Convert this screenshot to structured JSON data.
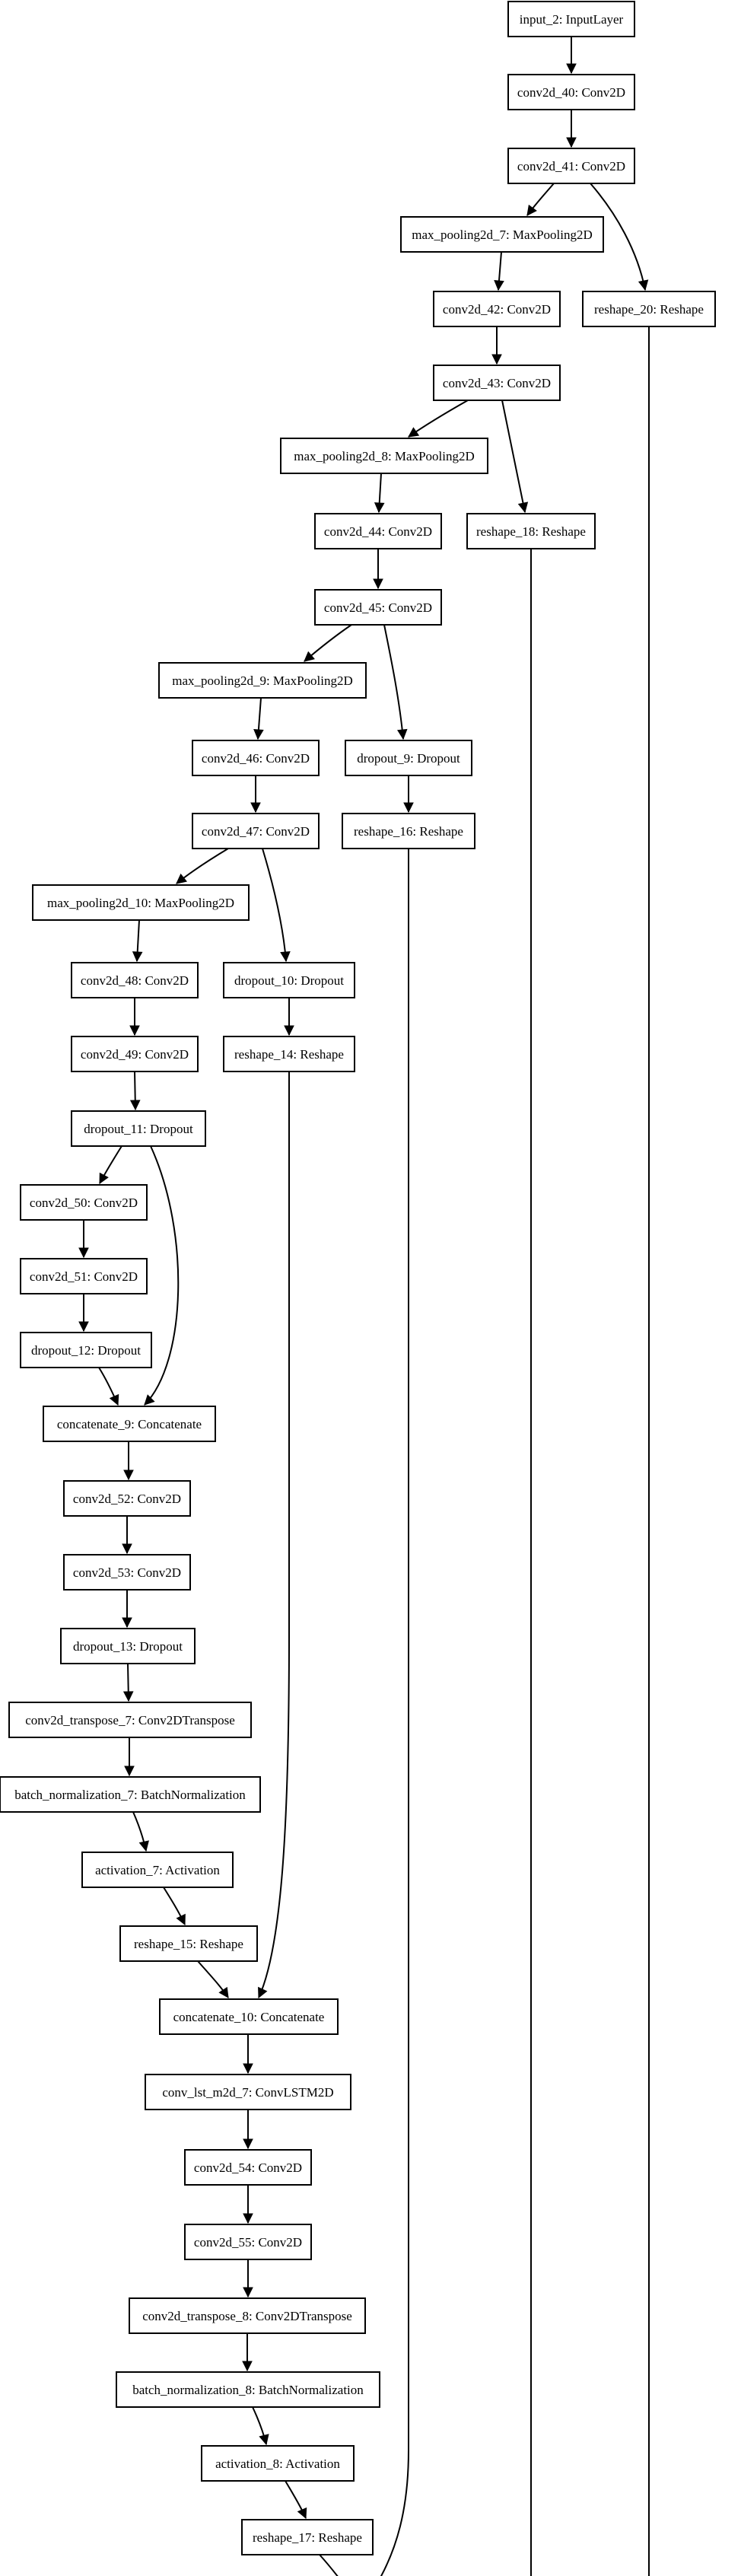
{
  "diagram": {
    "type": "model-graph",
    "nodes": [
      {
        "id": "input_2",
        "label": "input_2: InputLayer"
      },
      {
        "id": "conv2d_40",
        "label": "conv2d_40: Conv2D"
      },
      {
        "id": "conv2d_41",
        "label": "conv2d_41: Conv2D"
      },
      {
        "id": "max_pooling2d_7",
        "label": "max_pooling2d_7: MaxPooling2D"
      },
      {
        "id": "conv2d_42",
        "label": "conv2d_42: Conv2D"
      },
      {
        "id": "reshape_20",
        "label": "reshape_20: Reshape"
      },
      {
        "id": "conv2d_43",
        "label": "conv2d_43: Conv2D"
      },
      {
        "id": "max_pooling2d_8",
        "label": "max_pooling2d_8: MaxPooling2D"
      },
      {
        "id": "conv2d_44",
        "label": "conv2d_44: Conv2D"
      },
      {
        "id": "reshape_18",
        "label": "reshape_18: Reshape"
      },
      {
        "id": "conv2d_45",
        "label": "conv2d_45: Conv2D"
      },
      {
        "id": "max_pooling2d_9",
        "label": "max_pooling2d_9: MaxPooling2D"
      },
      {
        "id": "conv2d_46",
        "label": "conv2d_46: Conv2D"
      },
      {
        "id": "dropout_9",
        "label": "dropout_9: Dropout"
      },
      {
        "id": "conv2d_47",
        "label": "conv2d_47: Conv2D"
      },
      {
        "id": "reshape_16",
        "label": "reshape_16: Reshape"
      },
      {
        "id": "max_pooling2d_10",
        "label": "max_pooling2d_10: MaxPooling2D"
      },
      {
        "id": "conv2d_48",
        "label": "conv2d_48: Conv2D"
      },
      {
        "id": "dropout_10",
        "label": "dropout_10: Dropout"
      },
      {
        "id": "conv2d_49",
        "label": "conv2d_49: Conv2D"
      },
      {
        "id": "reshape_14",
        "label": "reshape_14: Reshape"
      },
      {
        "id": "dropout_11",
        "label": "dropout_11: Dropout"
      },
      {
        "id": "conv2d_50",
        "label": "conv2d_50: Conv2D"
      },
      {
        "id": "conv2d_51",
        "label": "conv2d_51: Conv2D"
      },
      {
        "id": "dropout_12",
        "label": "dropout_12: Dropout"
      },
      {
        "id": "concatenate_9",
        "label": "concatenate_9: Concatenate"
      },
      {
        "id": "conv2d_52",
        "label": "conv2d_52: Conv2D"
      },
      {
        "id": "conv2d_53",
        "label": "conv2d_53: Conv2D"
      },
      {
        "id": "dropout_13",
        "label": "dropout_13: Dropout"
      },
      {
        "id": "conv2d_transpose_7",
        "label": "conv2d_transpose_7: Conv2DTranspose"
      },
      {
        "id": "batch_normalization_7",
        "label": "batch_normalization_7: BatchNormalization"
      },
      {
        "id": "activation_7",
        "label": "activation_7: Activation"
      },
      {
        "id": "reshape_15",
        "label": "reshape_15: Reshape"
      },
      {
        "id": "concatenate_10",
        "label": "concatenate_10: Concatenate"
      },
      {
        "id": "conv_lst_m2d_7",
        "label": "conv_lst_m2d_7: ConvLSTM2D"
      },
      {
        "id": "conv2d_54",
        "label": "conv2d_54: Conv2D"
      },
      {
        "id": "conv2d_55",
        "label": "conv2d_55: Conv2D"
      },
      {
        "id": "conv2d_transpose_8",
        "label": "conv2d_transpose_8: Conv2DTranspose"
      },
      {
        "id": "batch_normalization_8",
        "label": "batch_normalization_8: BatchNormalization"
      },
      {
        "id": "activation_8",
        "label": "activation_8: Activation"
      },
      {
        "id": "reshape_17",
        "label": "reshape_17: Reshape"
      }
    ],
    "edges": [
      [
        "input_2",
        "conv2d_40"
      ],
      [
        "conv2d_40",
        "conv2d_41"
      ],
      [
        "conv2d_41",
        "max_pooling2d_7"
      ],
      [
        "conv2d_41",
        "reshape_20"
      ],
      [
        "max_pooling2d_7",
        "conv2d_42"
      ],
      [
        "conv2d_42",
        "conv2d_43"
      ],
      [
        "conv2d_43",
        "max_pooling2d_8"
      ],
      [
        "conv2d_43",
        "reshape_18"
      ],
      [
        "max_pooling2d_8",
        "conv2d_44"
      ],
      [
        "conv2d_44",
        "conv2d_45"
      ],
      [
        "conv2d_45",
        "max_pooling2d_9"
      ],
      [
        "conv2d_45",
        "dropout_9"
      ],
      [
        "max_pooling2d_9",
        "conv2d_46"
      ],
      [
        "conv2d_46",
        "conv2d_47"
      ],
      [
        "dropout_9",
        "reshape_16"
      ],
      [
        "conv2d_47",
        "max_pooling2d_10"
      ],
      [
        "conv2d_47",
        "dropout_10"
      ],
      [
        "max_pooling2d_10",
        "conv2d_48"
      ],
      [
        "conv2d_48",
        "conv2d_49"
      ],
      [
        "dropout_10",
        "reshape_14"
      ],
      [
        "conv2d_49",
        "dropout_11"
      ],
      [
        "dropout_11",
        "conv2d_50"
      ],
      [
        "dropout_11",
        "concatenate_9"
      ],
      [
        "conv2d_50",
        "conv2d_51"
      ],
      [
        "conv2d_51",
        "dropout_12"
      ],
      [
        "dropout_12",
        "concatenate_9"
      ],
      [
        "concatenate_9",
        "conv2d_52"
      ],
      [
        "conv2d_52",
        "conv2d_53"
      ],
      [
        "conv2d_53",
        "dropout_13"
      ],
      [
        "dropout_13",
        "conv2d_transpose_7"
      ],
      [
        "conv2d_transpose_7",
        "batch_normalization_7"
      ],
      [
        "batch_normalization_7",
        "activation_7"
      ],
      [
        "activation_7",
        "reshape_15"
      ],
      [
        "reshape_15",
        "concatenate_10"
      ],
      [
        "reshape_14",
        "concatenate_10"
      ],
      [
        "concatenate_10",
        "conv_lst_m2d_7"
      ],
      [
        "conv_lst_m2d_7",
        "conv2d_54"
      ],
      [
        "conv2d_54",
        "conv2d_55"
      ],
      [
        "conv2d_55",
        "conv2d_transpose_8"
      ],
      [
        "conv2d_transpose_8",
        "batch_normalization_8"
      ],
      [
        "batch_normalization_8",
        "activation_8"
      ],
      [
        "activation_8",
        "reshape_17"
      ],
      [
        "reshape_17",
        null
      ],
      [
        "reshape_16",
        null
      ],
      [
        "reshape_18",
        null
      ],
      [
        "reshape_20",
        null
      ]
    ]
  }
}
